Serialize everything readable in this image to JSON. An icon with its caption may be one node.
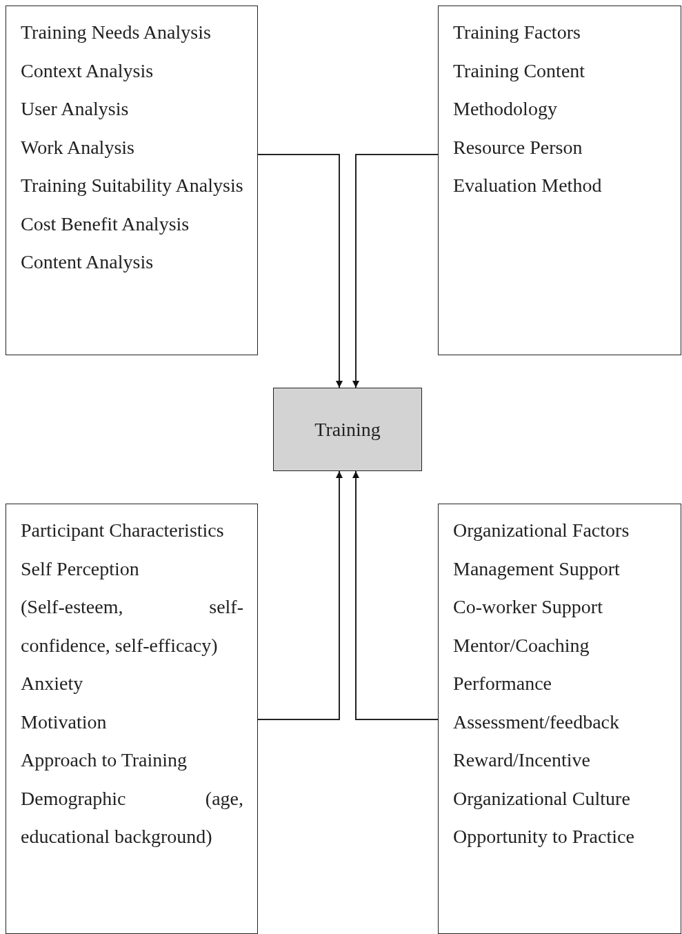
{
  "diagram": {
    "nodes": [
      {
        "text": [
          "Training Needs Analysis",
          "Context Analysis",
          "User Analysis",
          "Work Analysis",
          "Training Suitability Analysis",
          "Cost Benefit Analysis",
          "Content Analysis"
        ]
      },
      {
        "text": [
          "Training Factors",
          "Training Content",
          "Methodology",
          "Resource Person",
          "Evaluation Method"
        ]
      },
      {
        "text": [
          "Training"
        ]
      },
      {
        "text": [
          "Participant Characteristics",
          "Self Perception",
          "(Self-esteem, self-confidence, self-efficacy)",
          "Anxiety",
          "Motivation",
          "Approach to Training",
          "Demographic (age, educational background)"
        ]
      },
      {
        "text": [
          "Organizational Factors",
          "Management Support",
          "Co-worker Support",
          "Mentor/Coaching",
          "Performance Assessment/feedback",
          "Reward/Incentive",
          "Organizational Culture",
          "Opportunity to Practice"
        ]
      }
    ],
    "edges": [
      {
        "from": 0,
        "to": 2,
        "arrow": "to"
      },
      {
        "from": 1,
        "to": 2,
        "arrow": "to"
      },
      {
        "from": 3,
        "to": 2,
        "arrow": "to"
      },
      {
        "from": 4,
        "to": 2,
        "arrow": "to"
      }
    ]
  }
}
